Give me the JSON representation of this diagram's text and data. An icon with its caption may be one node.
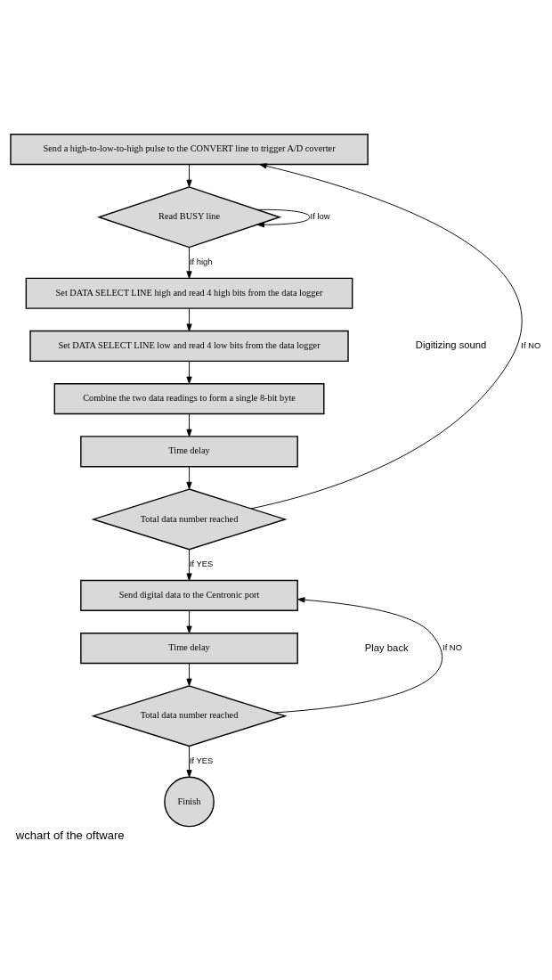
{
  "diagram": {
    "caption": "wchart of the oftware",
    "nodes": [
      {
        "text": [
          "Send a high-to-low-to-high pulse to the CONVERT line to trigger A/D coverter"
        ]
      },
      {
        "text": [
          "Read BUSY line"
        ]
      },
      {
        "text": [
          "Set DATA SELECT LINE high and read 4 high bits from the data logger"
        ]
      },
      {
        "text": [
          "Set DATA SELECT LINE low and read 4 low bits from the data logger"
        ]
      },
      {
        "text": [
          "Combine the two data readings to form a single 8-bit byte"
        ]
      },
      {
        "text": [
          "Time delay"
        ]
      },
      {
        "text": [
          "Total data number reached"
        ]
      },
      {
        "text": [
          "Send digital data to the Centronic port"
        ]
      },
      {
        "text": [
          "Time delay"
        ]
      },
      {
        "text": [
          "Total data number reached"
        ]
      },
      {
        "text": [
          "Finish"
        ]
      }
    ],
    "edges": [
      {
        "from": 0,
        "to": 1,
        "arrow": "to"
      },
      {
        "from": 1,
        "to": 1,
        "arrow": "to",
        "label": "If low"
      },
      {
        "from": 1,
        "to": 2,
        "arrow": "to",
        "label": "If high"
      },
      {
        "from": 2,
        "to": 3,
        "arrow": "to"
      },
      {
        "from": 3,
        "to": 4,
        "arrow": "to"
      },
      {
        "from": 4,
        "to": 5,
        "arrow": "to"
      },
      {
        "from": 5,
        "to": 6,
        "arrow": "to"
      },
      {
        "from": 6,
        "to": 0,
        "arrow": "to",
        "label": "If NO"
      },
      {
        "from": 6,
        "to": 7,
        "arrow": "to",
        "label": "If YES"
      },
      {
        "from": 7,
        "to": 8,
        "arrow": "to"
      },
      {
        "from": 8,
        "to": 9,
        "arrow": "to"
      },
      {
        "from": 9,
        "to": 7,
        "arrow": "to",
        "label": "If NO"
      },
      {
        "from": 9,
        "to": 10,
        "arrow": "to",
        "label": "If YES"
      }
    ],
    "labels": [
      "Digitizing sound",
      "Play back"
    ]
  }
}
